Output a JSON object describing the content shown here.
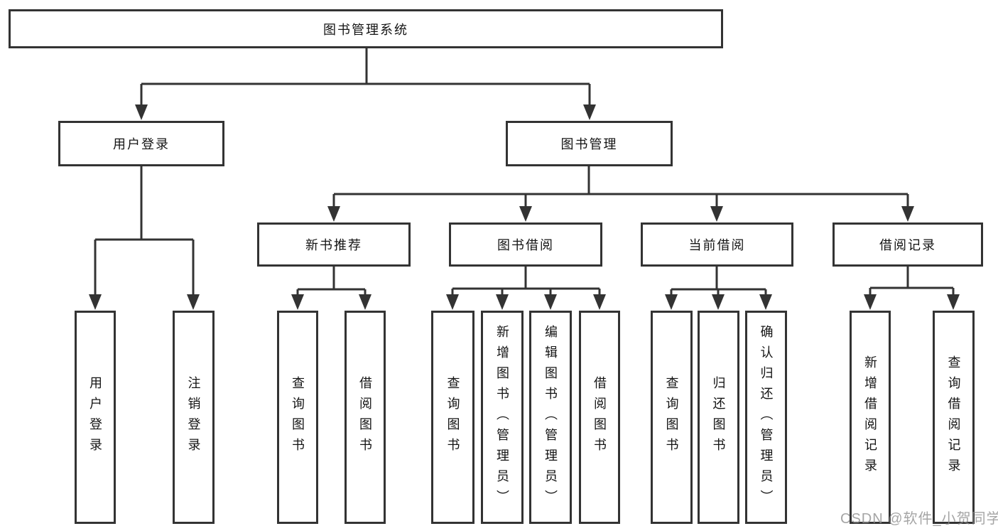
{
  "root": {
    "label": "图书管理系统"
  },
  "level1": [
    {
      "label": "用户登录"
    },
    {
      "label": "图书管理"
    }
  ],
  "level2": [
    {
      "label": "新书推荐"
    },
    {
      "label": "图书借阅"
    },
    {
      "label": "当前借阅"
    },
    {
      "label": "借阅记录"
    }
  ],
  "leaves": {
    "login": [
      {
        "label": "用户登录"
      },
      {
        "label": "注销登录"
      }
    ],
    "newbook": [
      {
        "label": "查询图书"
      },
      {
        "label": "借阅图书"
      }
    ],
    "borrow": [
      {
        "label": "查询图书"
      },
      {
        "label": "新增图书（管理员）"
      },
      {
        "label": "编辑图书（管理员）"
      },
      {
        "label": "借阅图书"
      }
    ],
    "current": [
      {
        "label": "查询图书"
      },
      {
        "label": "归还图书"
      },
      {
        "label": "确认归还（管理员）"
      }
    ],
    "records": [
      {
        "label": "新增借阅记录"
      },
      {
        "label": "查询借阅记录"
      }
    ]
  },
  "watermark": {
    "text": "CSDN @软件_小贺同学"
  },
  "colors": {
    "line": "#333333",
    "text": "#141414",
    "background": "#ffffff",
    "watermark": "#8c8c8c"
  }
}
